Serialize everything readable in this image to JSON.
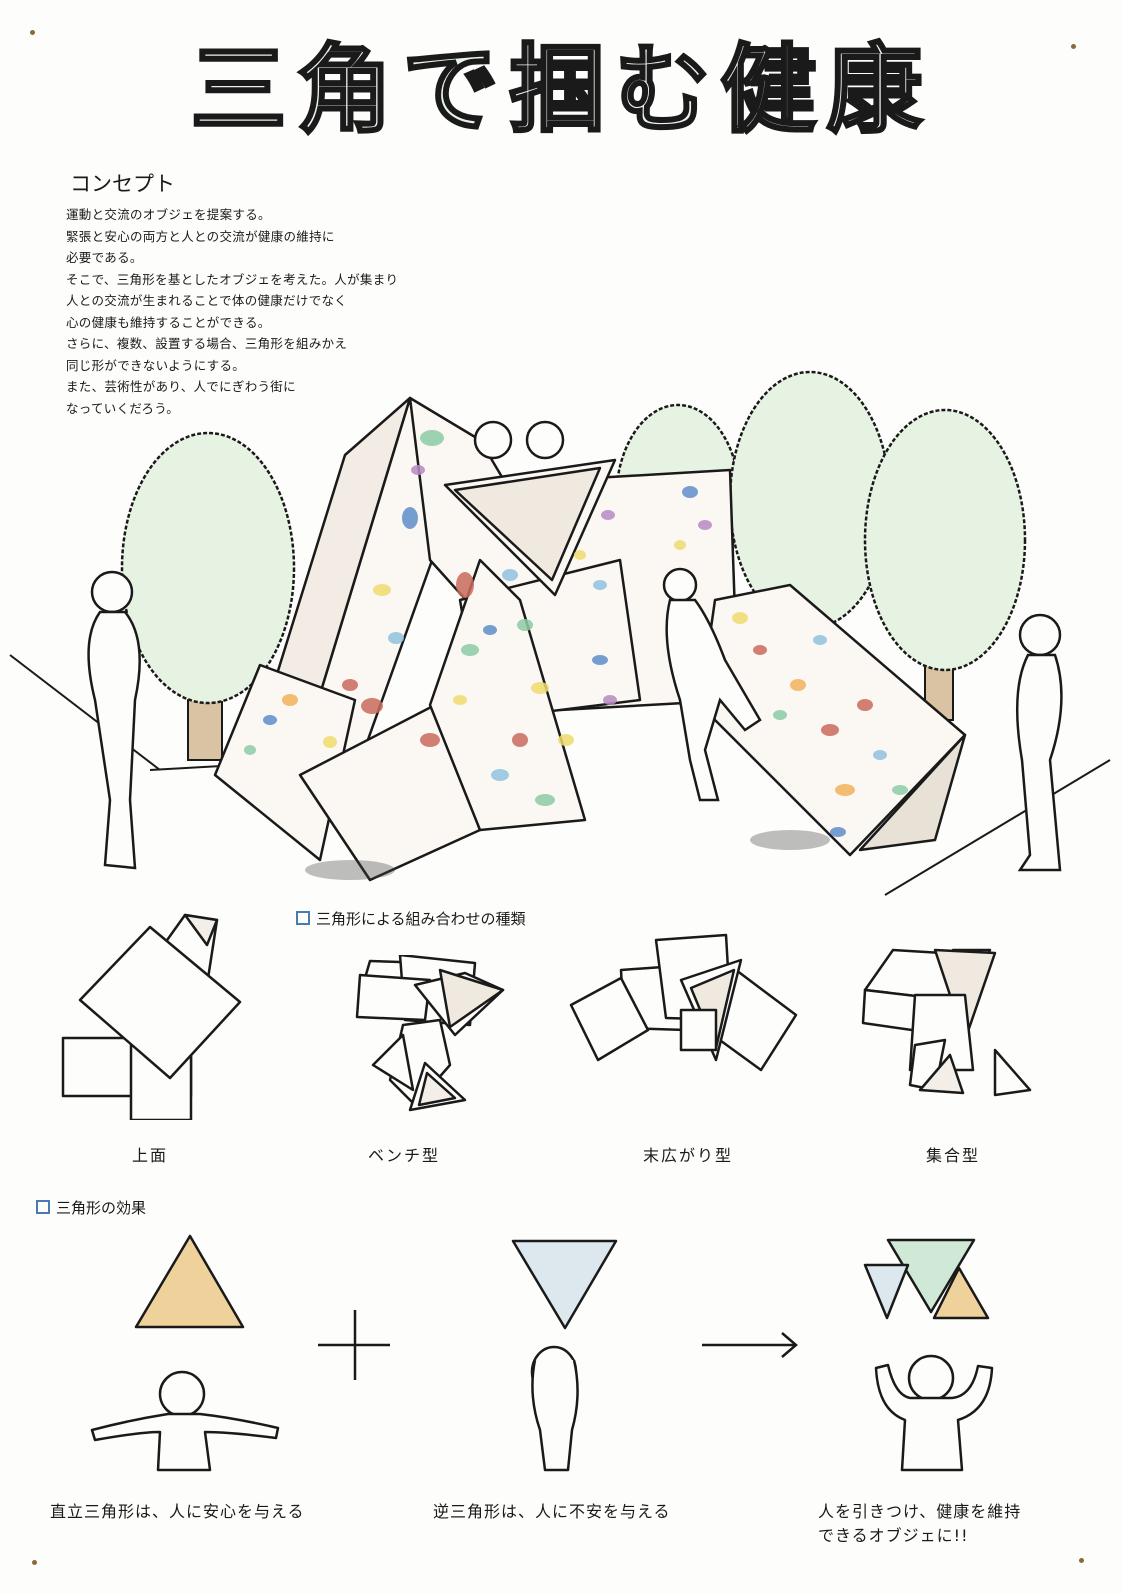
{
  "title": "三角で掴む健康",
  "concept": {
    "heading": "コンセプト",
    "lines": [
      "運動と交流のオブジェを提案する。",
      "緊張と安心の両方と人との交流が健康の維持に",
      "必要である。",
      "そこで、三角形を基としたオブジェを考えた。人が集まり",
      "人との交流が生まれることで体の健康だけでなく",
      "心の健康も維持することができる。",
      "さらに、複数、設置する場合、三角形を組みかえ",
      "同じ形ができないようにする。",
      "また、芸術性があり、人でにぎわう街に",
      "なっていくだろう。"
    ]
  },
  "combinations": {
    "heading": "三角形による組み合わせの種類",
    "items": [
      {
        "label": "上面"
      },
      {
        "label": "ベンチ型"
      },
      {
        "label": "末広がり型"
      },
      {
        "label": "集合型"
      }
    ]
  },
  "effects": {
    "heading": "三角形の効果",
    "plus_symbol": "+",
    "arrow_symbol": "→",
    "items": [
      {
        "caption": "直立三角形は、人に安心を与える"
      },
      {
        "caption": "逆三角形は、人に不安を与える"
      },
      {
        "caption_line1": "人を引きつけ、健康を維持",
        "caption_line2": "できるオブジェに!!"
      }
    ]
  },
  "colors": {
    "title_fill": "#e9f4ea",
    "heading_box": "#4a7bb0",
    "triangle_up_fill": "#efd29b",
    "triangle_down_fill": "#dde7ee",
    "triangle_green_fill": "#cfe9d6",
    "tree_fill": "#e6f3e3",
    "trunk_fill": "#d9c3a2",
    "hold_colors": [
      "#8fc3de",
      "#f0dc6e",
      "#c96b5c",
      "#8ccba6",
      "#b98ac4",
      "#f3b25c",
      "#5f8ec9"
    ]
  },
  "icons": [
    "plus-icon",
    "arrow-right-icon",
    "tree-icon",
    "person-figure-icon"
  ]
}
